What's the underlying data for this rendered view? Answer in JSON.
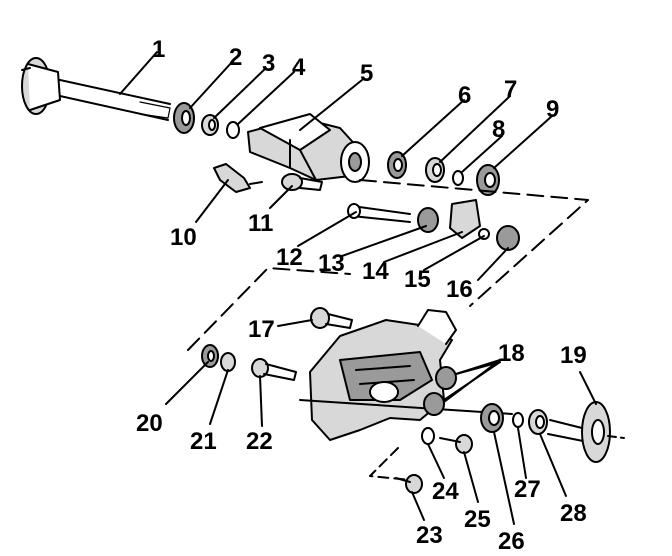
{
  "callouts": {
    "c1": "1",
    "c2": "2",
    "c3": "3",
    "c4": "4",
    "c5": "5",
    "c6": "6",
    "c7": "7",
    "c8": "8",
    "c9": "9",
    "c10": "10",
    "c11": "11",
    "c12": "12",
    "c13": "13",
    "c14": "14",
    "c15": "15",
    "c16": "16",
    "c17": "17",
    "c18": "18",
    "c19": "19",
    "c20": "20",
    "c21": "21",
    "c22": "22",
    "c23": "23",
    "c24": "24",
    "c25": "25",
    "c26": "26",
    "c27": "27",
    "c28": "28"
  },
  "colors": {
    "ink": "#000000",
    "paper": "#ffffff",
    "shade": "#9a9a9a",
    "light_shade": "#d8d8d8"
  }
}
